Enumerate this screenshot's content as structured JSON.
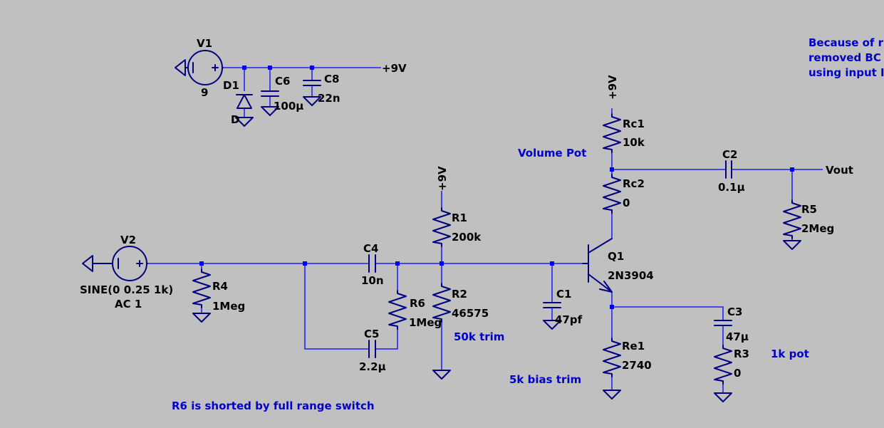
{
  "components": {
    "V1": {
      "name": "V1",
      "value": "9"
    },
    "V2": {
      "name": "V2",
      "value": "SINE(0 0.25 1k)",
      "value2": "AC 1"
    },
    "D1": {
      "name": "D1",
      "value": "D"
    },
    "C1": {
      "name": "C1",
      "value": "47pf"
    },
    "C2": {
      "name": "C2",
      "value": "0.1µ"
    },
    "C3": {
      "name": "C3",
      "value": "47µ"
    },
    "C4": {
      "name": "C4",
      "value": "10n"
    },
    "C5": {
      "name": "C5",
      "value": "2.2µ"
    },
    "C6": {
      "name": "C6",
      "value": "100µ"
    },
    "C8": {
      "name": "C8",
      "value": "22n"
    },
    "R1": {
      "name": "R1",
      "value": "200k"
    },
    "R2": {
      "name": "R2",
      "value": "46575"
    },
    "R3": {
      "name": "R3",
      "value": "0"
    },
    "R4": {
      "name": "R4",
      "value": "1Meg"
    },
    "R5": {
      "name": "R5",
      "value": "2Meg"
    },
    "R6": {
      "name": "R6",
      "value": "1Meg"
    },
    "Rc1": {
      "name": "Rc1",
      "value": "10k"
    },
    "Rc2": {
      "name": "Rc2",
      "value": "0"
    },
    "Re1": {
      "name": "Re1",
      "value": "2740"
    },
    "Q1": {
      "name": "Q1",
      "value": "2N3904"
    }
  },
  "nets": {
    "supply": "+9V",
    "output": "Vout"
  },
  "notes": {
    "volume_pot": "Volume Pot",
    "trim_50k": "50k trim",
    "bias_trim_5k": "5k bias trim",
    "pot_1k": "1k pot",
    "r6_shorted": "R6 is shorted by full range switch",
    "top_line1": "Because of r",
    "top_line2": "removed BC",
    "top_line3": "using input I"
  }
}
